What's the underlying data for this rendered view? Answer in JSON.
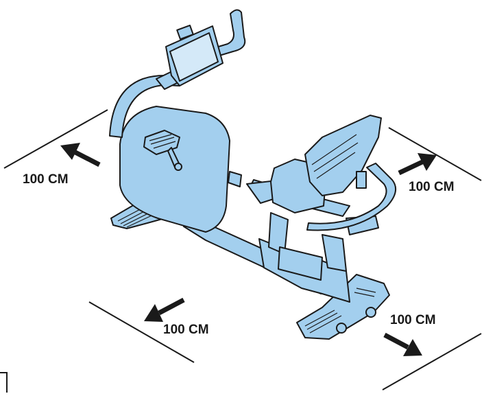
{
  "clearance_labels": {
    "left": "100 CM",
    "right": "100 CM",
    "front_left": "100 CM",
    "front_right": "100 CM"
  },
  "colors": {
    "frame_fill": "#a3cfee",
    "outline": "#1a1a1a",
    "arrow": "#1a1a1a",
    "background": "#ffffff"
  },
  "subject": "recumbent-exercise-bike"
}
